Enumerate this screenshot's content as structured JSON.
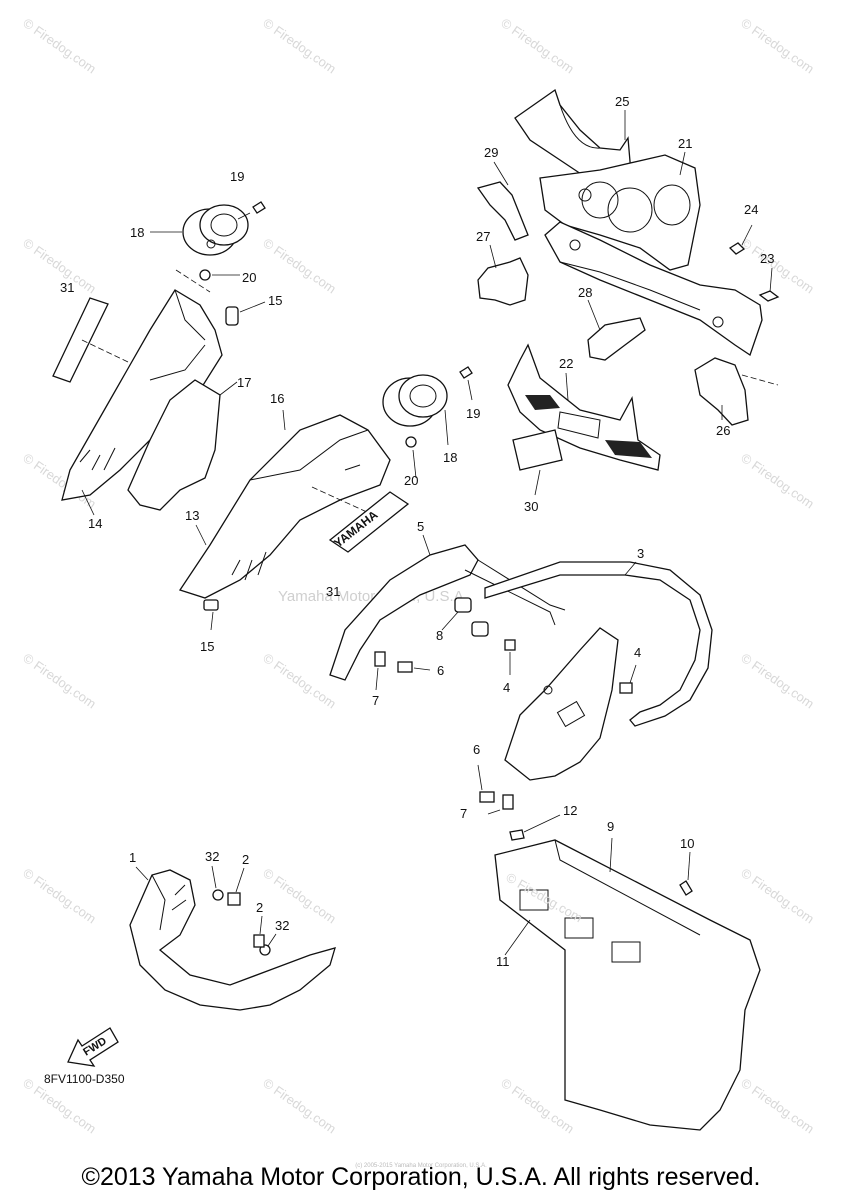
{
  "watermark": "© Firedog.com",
  "center_watermark": "Yamaha Motor Corp., U.S.A.",
  "diagram_code": "8FV1100-D350",
  "copyright": "©2013 Yamaha Motor Corporation, U.S.A. All rights reserved.",
  "tiny_copyright": "(c) 2005-2015 Yamaha Motor Corporation, U.S.A.",
  "decal_text": "YAMAHA",
  "fwd_label": "FWD",
  "plate_text": "© Firedog.com",
  "callouts": {
    "c1": "1",
    "c2a": "2",
    "c2b": "2",
    "c3": "3",
    "c4a": "4",
    "c4b": "4",
    "c5": "5",
    "c6a": "6",
    "c6b": "6",
    "c7a": "7",
    "c7b": "7",
    "c8": "8",
    "c9": "9",
    "c10": "10",
    "c11": "11",
    "c12": "12",
    "c13": "13",
    "c14": "14",
    "c15a": "15",
    "c15b": "15",
    "c16": "16",
    "c17": "17",
    "c18a": "18",
    "c18b": "18",
    "c19a": "19",
    "c19b": "19",
    "c20a": "20",
    "c20b": "20",
    "c21": "21",
    "c22": "22",
    "c23": "23",
    "c24": "24",
    "c25": "25",
    "c26": "26",
    "c27": "27",
    "c28": "28",
    "c29": "29",
    "c30": "30",
    "c31a": "31",
    "c31b": "31",
    "c32a": "32",
    "c32b": "32"
  }
}
